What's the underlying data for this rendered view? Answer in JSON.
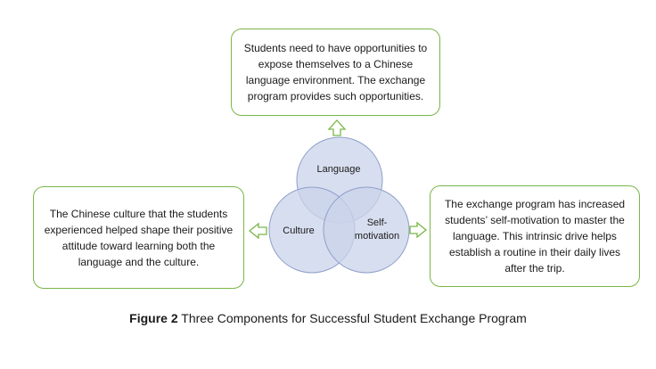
{
  "top_box": {
    "text": "Students need to have opportunities to expose themselves to a Chinese language environment. The exchange program provides such opportunities."
  },
  "left_box": {
    "text": "The Chinese culture that the students experienced helped shape their positive attitude toward learning both the language and the culture."
  },
  "right_box": {
    "text": "The exchange program has increased students’ self-motivation to master the language. This intrinsic drive helps establish a routine in their daily lives after the trip."
  },
  "venn": {
    "language": "Language",
    "culture": "Culture",
    "self_motivation_line1": "Self-",
    "self_motivation_line2": "motivation",
    "circle_fill": "#c9d3ea",
    "circle_stroke": "#8f9fc9"
  },
  "arrow_color": "#7ab648",
  "caption": {
    "figure_label": "Figure 2",
    "text": "Three Components for Successful Student Exchange Program"
  }
}
